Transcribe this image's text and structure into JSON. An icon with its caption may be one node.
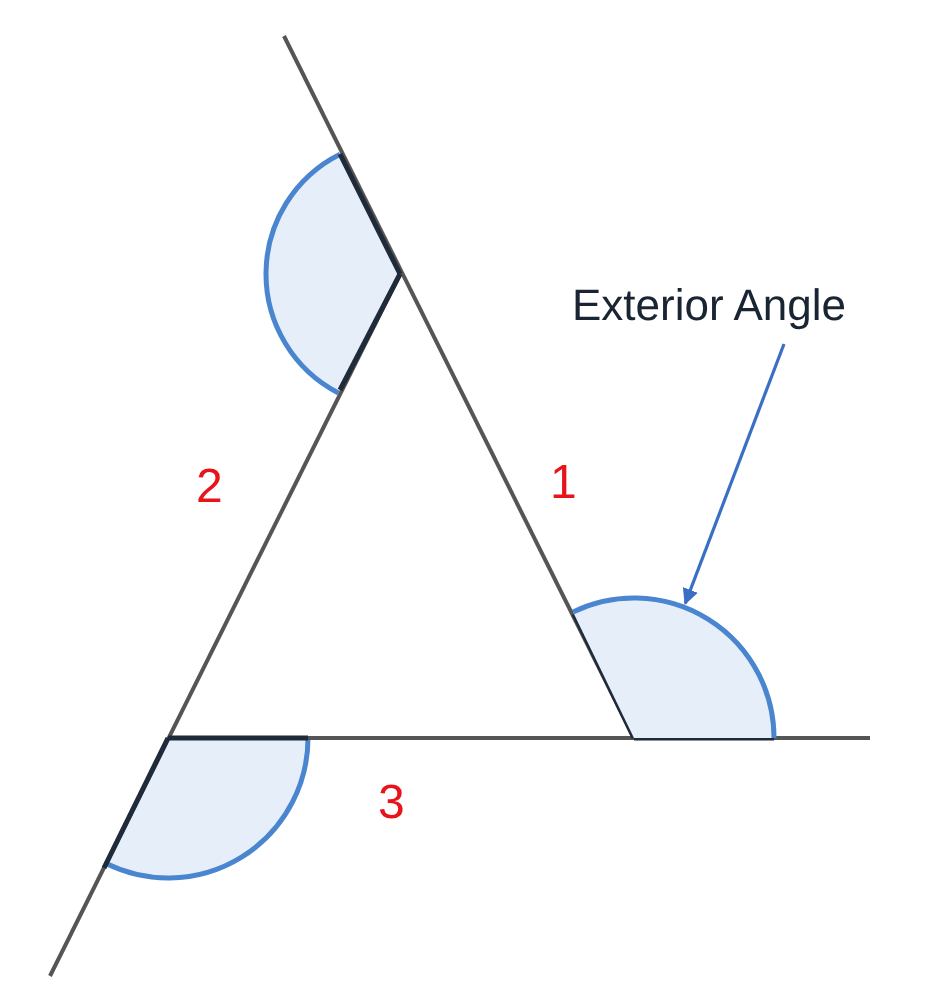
{
  "diagram": {
    "nodes": [
      {
        "text": [
          "Exterior Angle"
        ]
      },
      {
        "text": [],
        "shape": "wedge"
      }
    ],
    "edges": [
      {
        "from": 0,
        "to": 1,
        "arrow": "to"
      }
    ],
    "labels": [
      "2",
      "1",
      "3"
    ]
  }
}
